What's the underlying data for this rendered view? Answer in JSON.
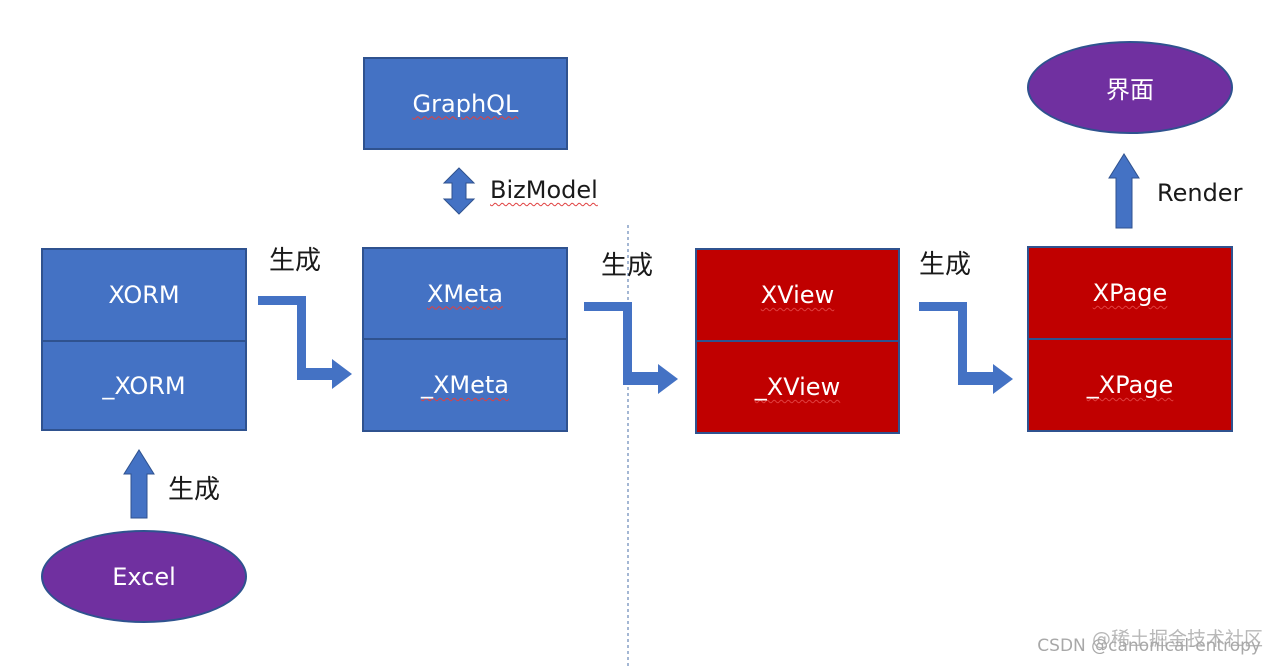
{
  "nodes": {
    "graphql": "GraphQL",
    "xorm": "XORM",
    "xorm_sub": "_XORM",
    "xmeta": "XMeta",
    "xmeta_sub": "_XMeta",
    "xview": "XView",
    "xview_sub": "_XView",
    "xpage": "XPage",
    "xpage_sub": "_XPage",
    "excel": "Excel",
    "ui": "界面"
  },
  "labels": {
    "generate_1": "生成",
    "generate_2": "生成",
    "generate_3": "生成",
    "generate_excel": "生成",
    "bizmodel": "BizModel",
    "render": "Render"
  },
  "watermark": {
    "line1": "@稀土掘金技术社区",
    "line2": "CSDN @canonical-entropy"
  },
  "colors": {
    "blue_box": "#4472c4",
    "red_box": "#c00000",
    "ellipse": "#7030a0",
    "arrow": "#4472c4",
    "outline": "#2f528f"
  }
}
